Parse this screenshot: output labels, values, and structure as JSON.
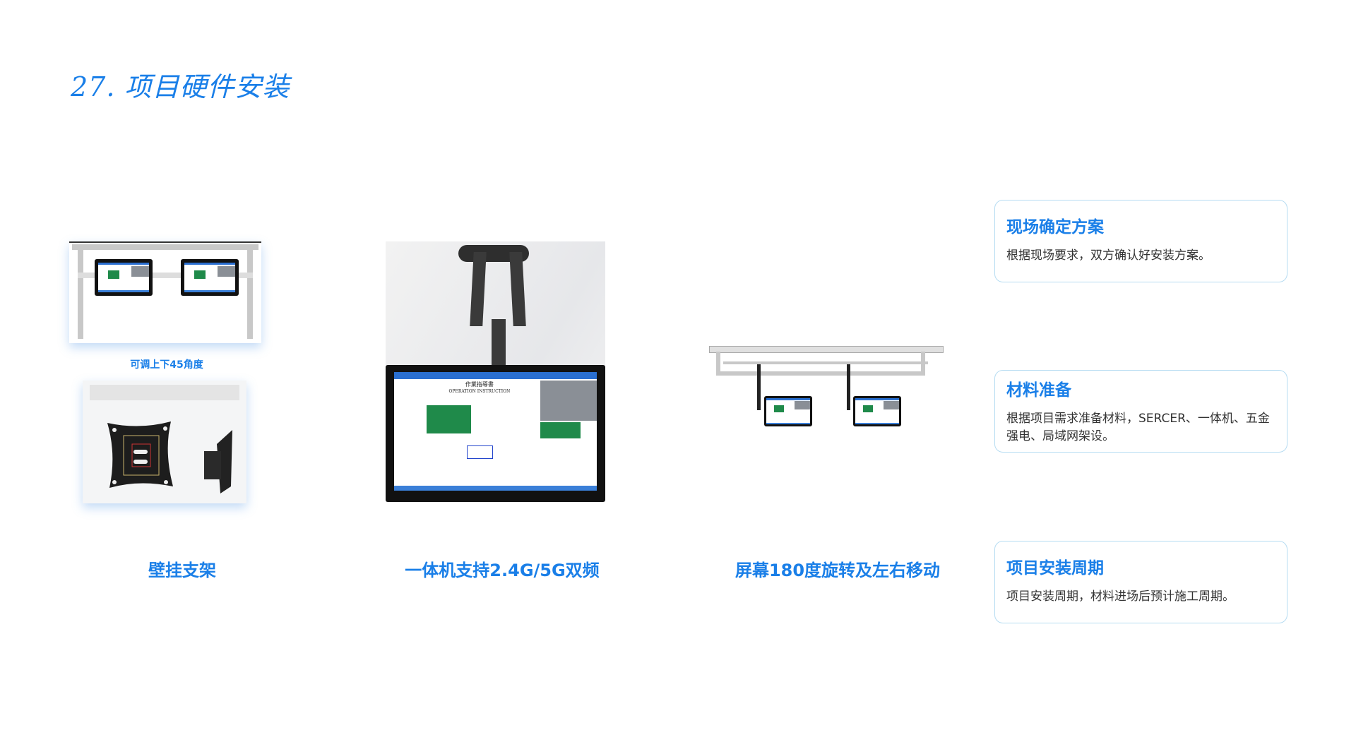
{
  "page": {
    "title": "27. 项目硬件安装"
  },
  "gallery": {
    "wall_mount": {
      "angle_label": "可调上下45角度",
      "caption": "壁挂支架"
    },
    "all_in_one": {
      "caption": "一体机支持2.4G/5G双频",
      "screen_title_cn": "作業指導書",
      "screen_title_en": "OPERATION INSTRUCTION"
    },
    "ceiling_rail": {
      "caption": "屏幕180度旋转及左右移动"
    }
  },
  "cards": [
    {
      "title": "现场确定方案",
      "body": "根据现场要求，双方确认好安装方案。"
    },
    {
      "title": "材料准备",
      "body": "根据项目需求准备材料，SERCER、一体机、五金强电、局域网架设。"
    },
    {
      "title": "项目安装周期",
      "body": "项目安装周期，材料进场后预计施工周期。"
    }
  ],
  "colors": {
    "accent": "#1a7fe8",
    "card_border": "#b6dcf2",
    "body_text": "#333333"
  }
}
